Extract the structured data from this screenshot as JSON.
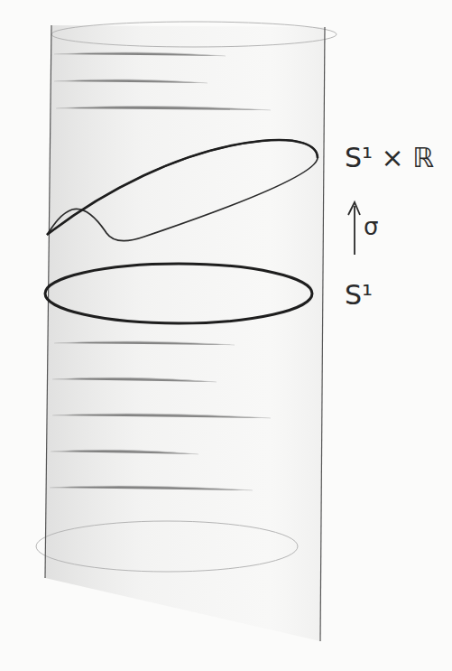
{
  "diagram": {
    "labels": [
      "S¹ × ℝ",
      "σ",
      "S¹"
    ]
  }
}
